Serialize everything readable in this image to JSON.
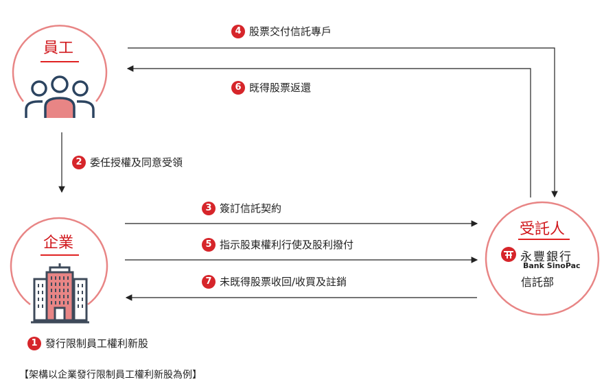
{
  "nodes": {
    "employee": "員工",
    "enterprise": "企業",
    "trustee": "受託人"
  },
  "bank": {
    "name_zh": "永豐銀行",
    "name_en": "Bank SinoPac",
    "dept": "信託部"
  },
  "steps": [
    {
      "num": "1",
      "text": "發行限制員工權利新股"
    },
    {
      "num": "2",
      "text": "委任授權及同意受領"
    },
    {
      "num": "3",
      "text": "簽訂信託契約"
    },
    {
      "num": "4",
      "text": "股票交付信託專戶"
    },
    {
      "num": "5",
      "text": "指示股東權利行使及股利撥付"
    },
    {
      "num": "6",
      "text": "既得股票返還"
    },
    {
      "num": "7",
      "text": "未既得股票收回/收買及註銷"
    }
  ],
  "footnote": "【架構以企業發行限制員工權利新股為例】",
  "colors": {
    "accent": "#d6252a",
    "circle": "#e88585",
    "icon_dark": "#2c4460",
    "icon_fill": "#e88585"
  }
}
